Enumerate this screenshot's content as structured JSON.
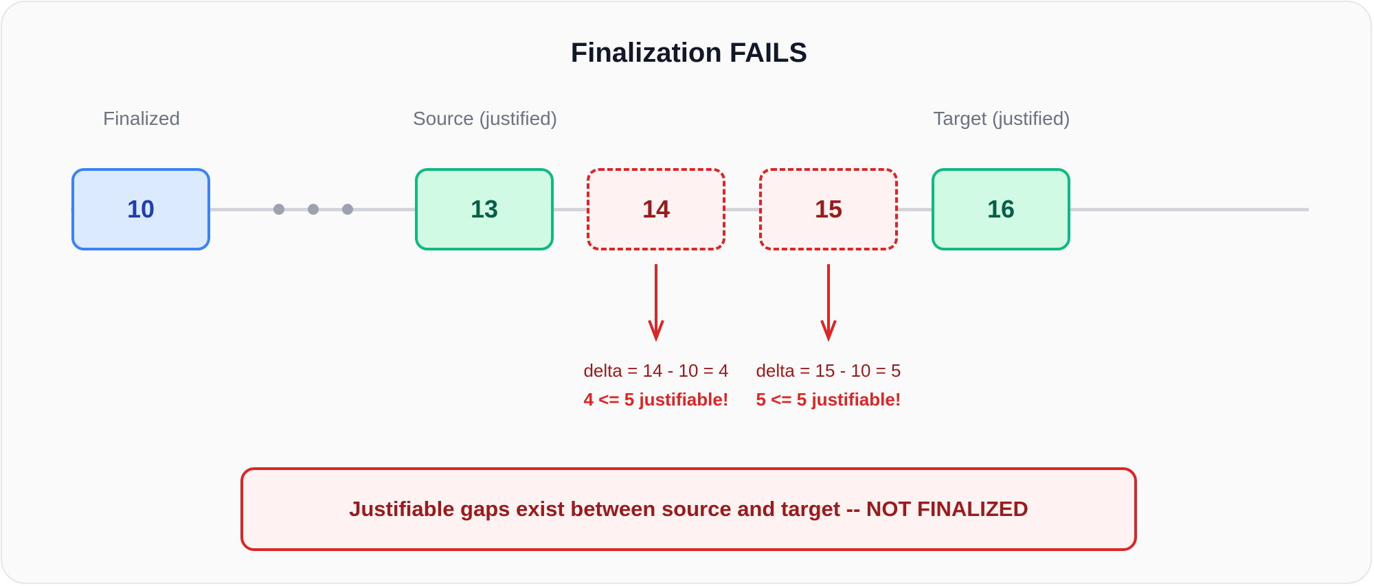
{
  "title": "Finalization FAILS",
  "labels": {
    "finalized": "Finalized",
    "source": "Source (justified)",
    "target": "Target (justified)"
  },
  "checkpoints": [
    {
      "epoch": "10",
      "status": "finalized"
    },
    {
      "epoch": "13",
      "status": "justified"
    },
    {
      "epoch": "14",
      "status": "gap"
    },
    {
      "epoch": "15",
      "status": "gap"
    },
    {
      "epoch": "16",
      "status": "justified"
    }
  ],
  "gaps": [
    {
      "delta": "delta = 14 - 10 = 4",
      "verdict": "4 <= 5 justifiable!"
    },
    {
      "delta": "delta = 15 - 10 = 5",
      "verdict": "5 <= 5 justifiable!"
    }
  ],
  "conclusion": "Justifiable gaps exist between source and target -- NOT FINALIZED",
  "colors": {
    "finalized": "#3b82f6",
    "justified": "#10b981",
    "gap": "#dc2626"
  }
}
